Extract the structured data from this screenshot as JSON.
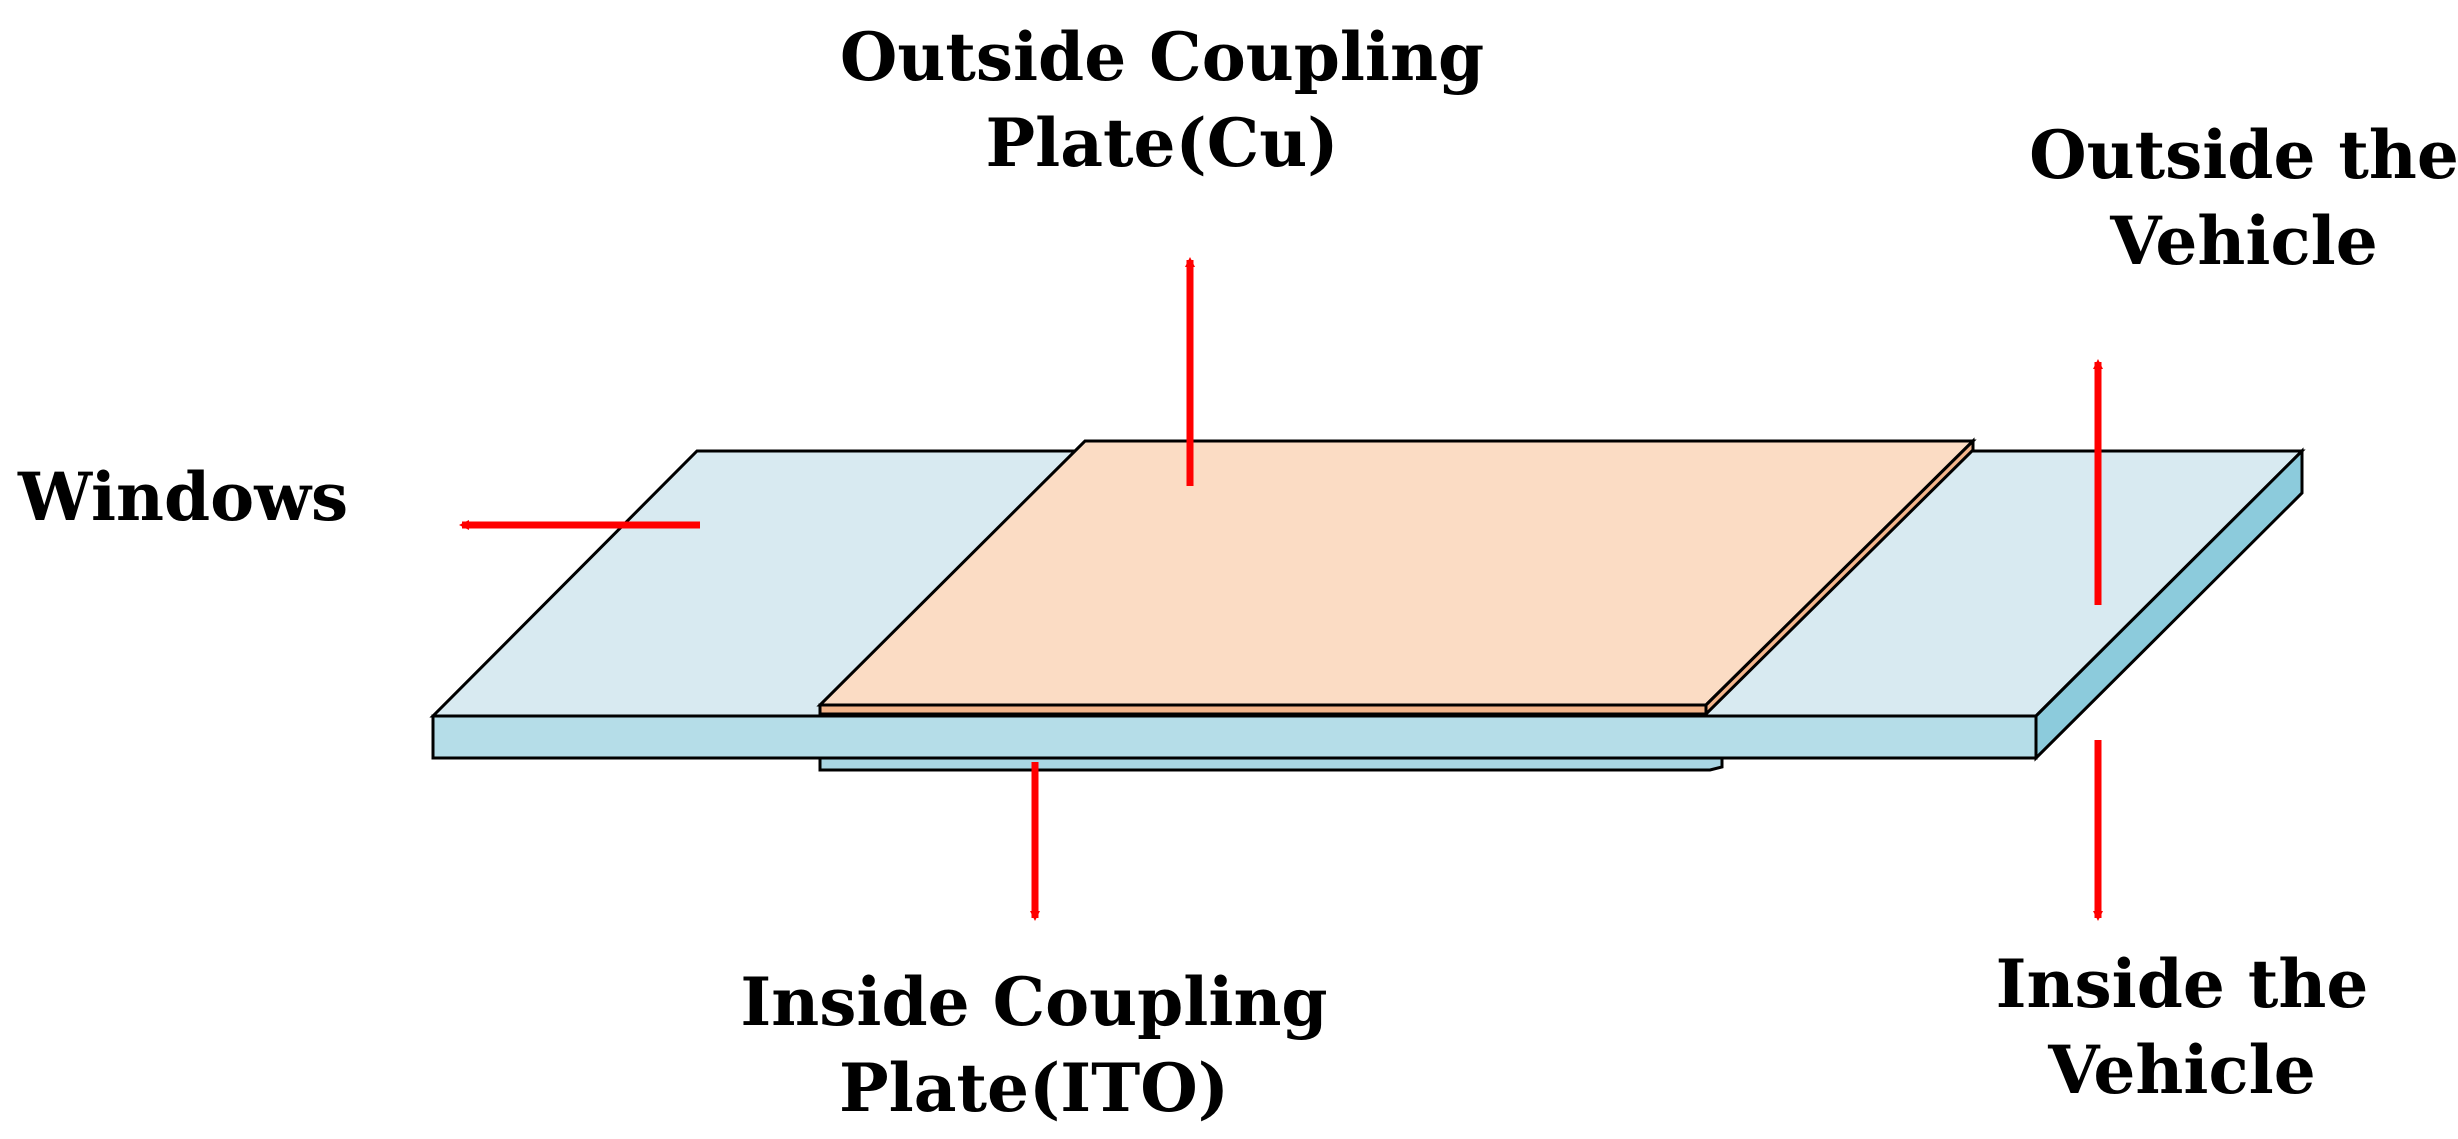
{
  "labels": {
    "outside_plate_line1": "Outside Coupling",
    "outside_plate_line2": "Plate(Cu)",
    "outside_vehicle_line1": "Outside the",
    "outside_vehicle_line2": "Vehicle",
    "windows": "Windows",
    "inside_plate_line1": "Inside Coupling",
    "inside_plate_line2": "Plate(ITO)",
    "inside_vehicle_line1": "Inside the",
    "inside_vehicle_line2": "Vehicle"
  },
  "colors": {
    "glass_top": "#d8eaf1",
    "glass_side": "#b5dde8",
    "glass_right": "#8ccbdc",
    "copper_top": "#fbdcc4",
    "copper_edge": "#f2b48a",
    "ito": "#a9d6e4",
    "arrow": "#ff0000",
    "outline": "#000000"
  }
}
